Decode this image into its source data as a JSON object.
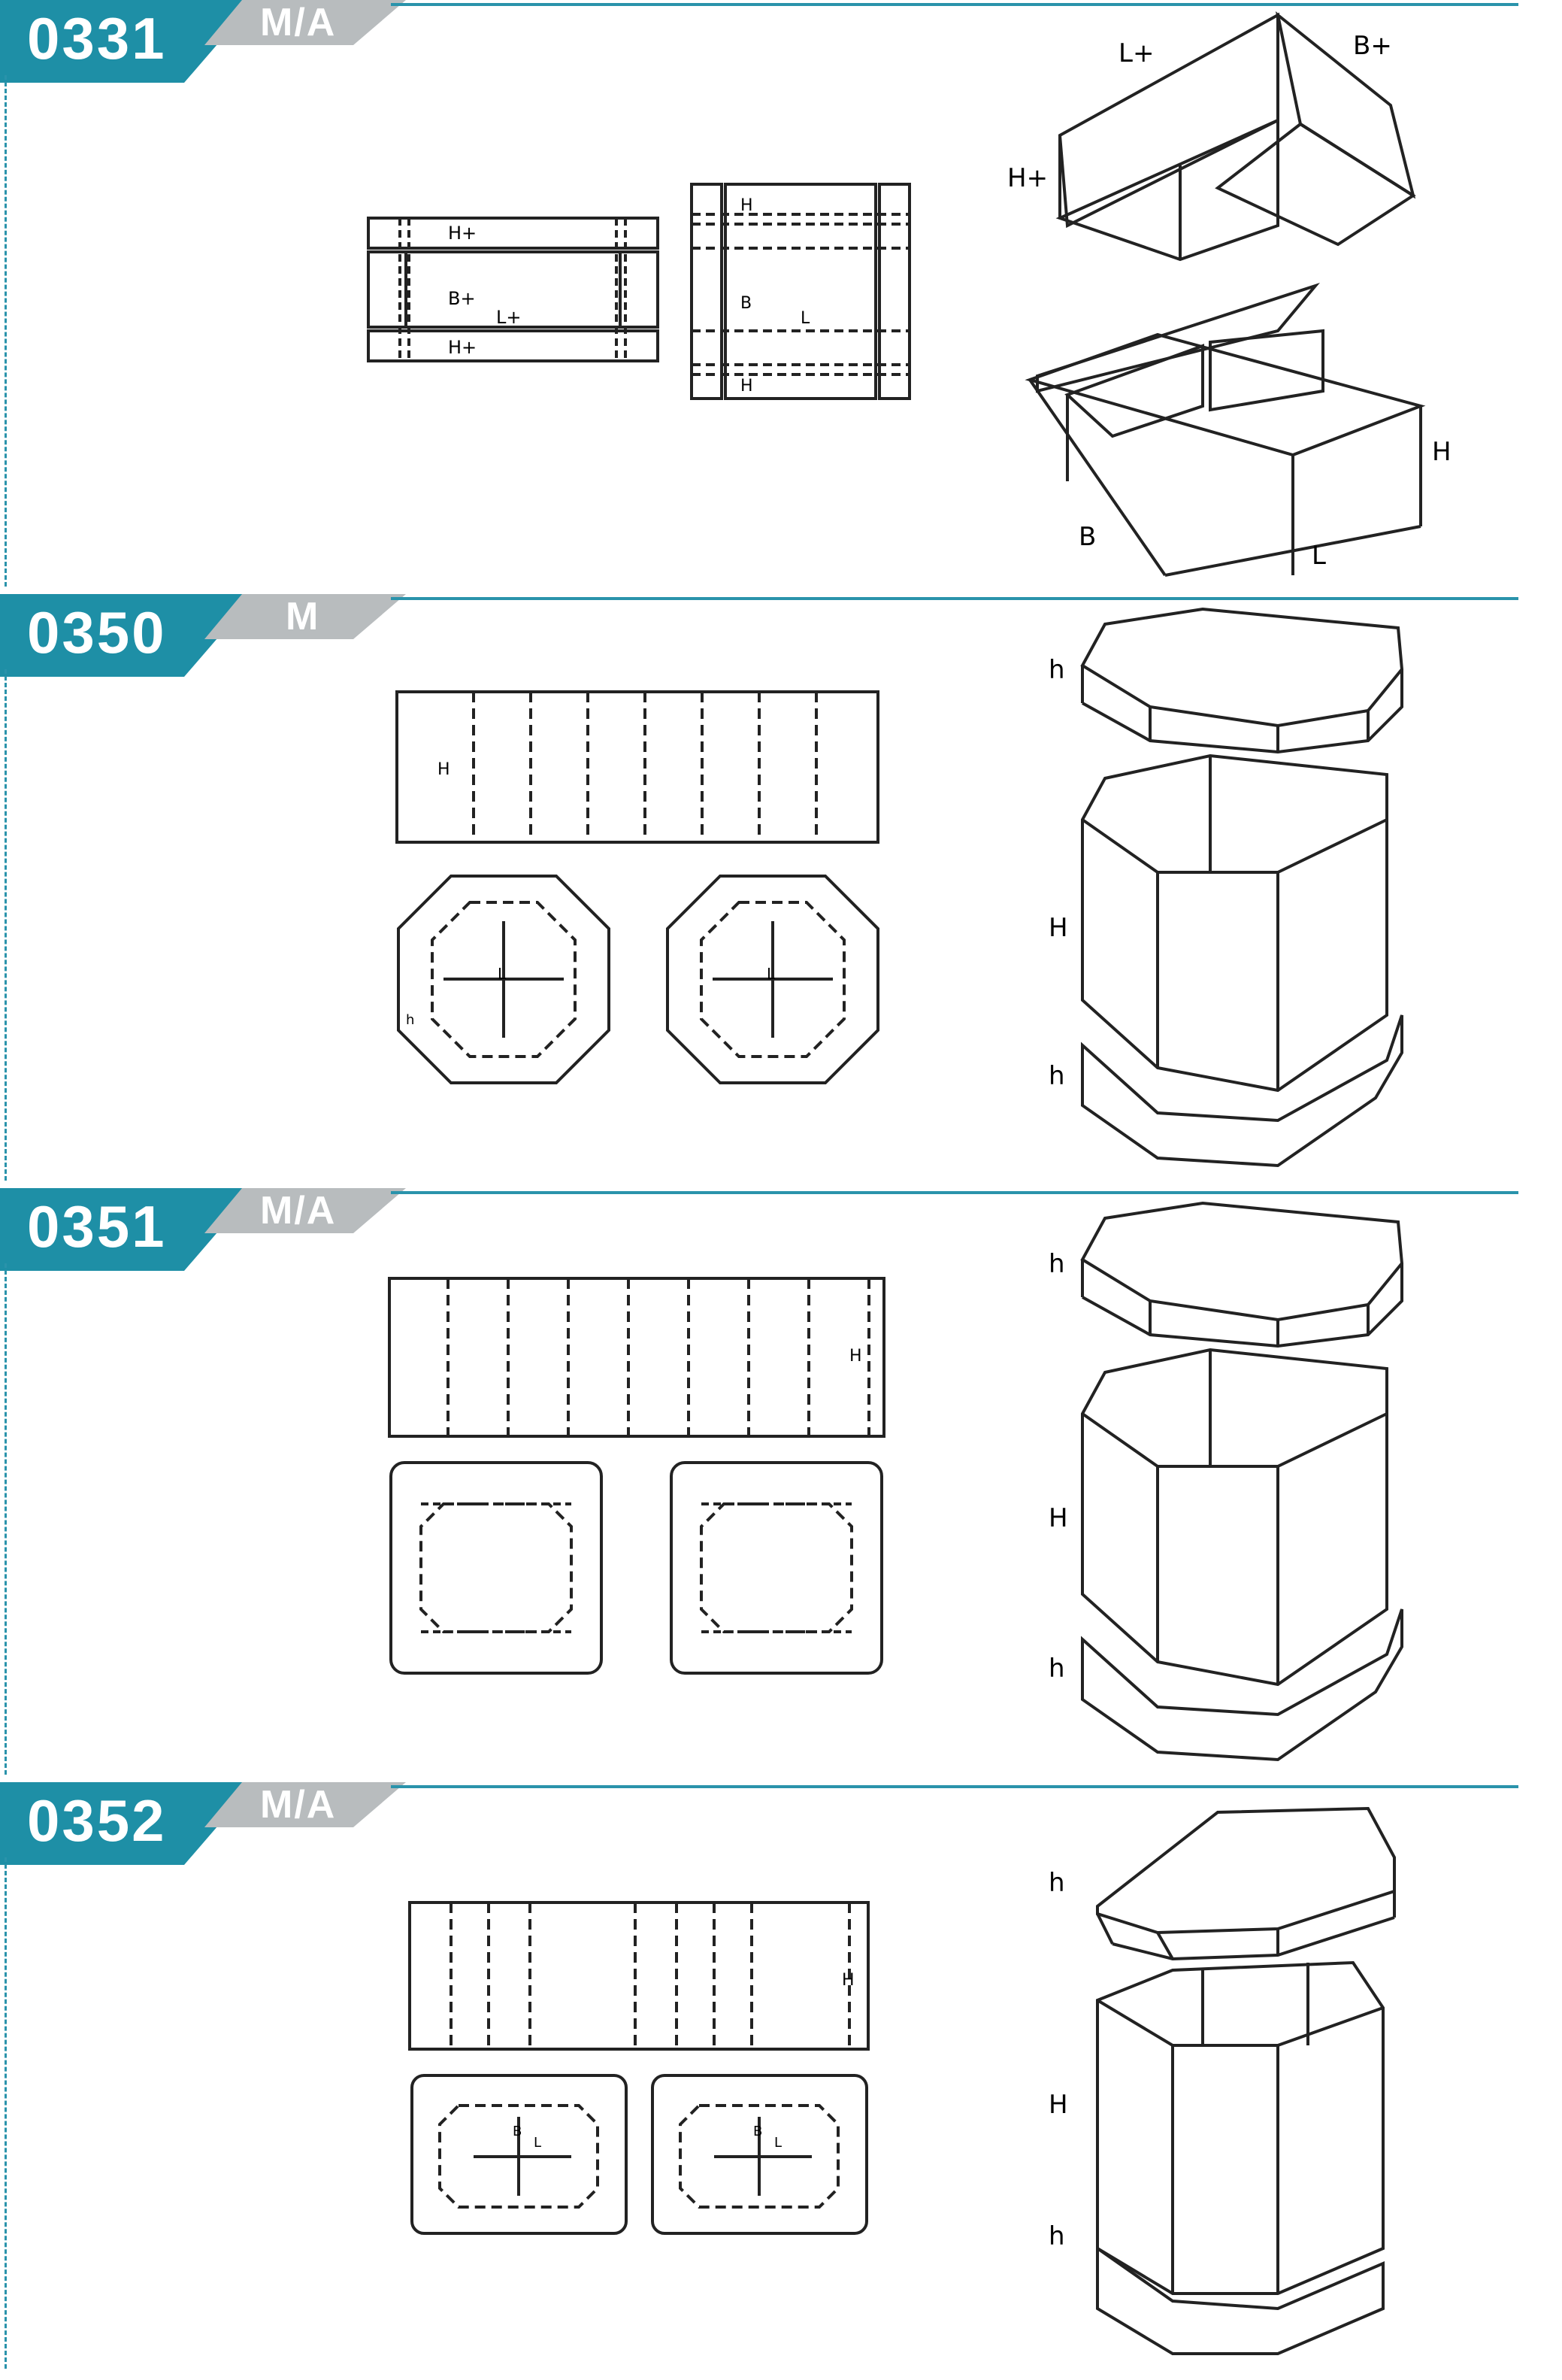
{
  "accent_color": "#1e8fa6",
  "tag_color": "#b8bcbe",
  "sections": [
    {
      "code": "0331",
      "tag": "M/A",
      "blank_labels": [
        "H+",
        "B+",
        "L+",
        "H+"
      ],
      "blank2_labels": [
        "H",
        "B",
        "L",
        "H"
      ],
      "box_top_labels": [
        "L+",
        "B+",
        "H+"
      ],
      "box_bottom_labels": [
        "H",
        "B",
        "L"
      ]
    },
    {
      "code": "0350",
      "tag": "M",
      "blank_labels": [
        "H"
      ],
      "plate_labels": [
        "L",
        "h"
      ],
      "iso_labels": [
        "h",
        "H",
        "h"
      ]
    },
    {
      "code": "0351",
      "tag": "M/A",
      "blank_labels": [
        "H"
      ],
      "iso_labels": [
        "h",
        "H",
        "h"
      ]
    },
    {
      "code": "0352",
      "tag": "M/A",
      "blank_labels": [
        "H"
      ],
      "plate_labels": [
        "B",
        "L"
      ],
      "iso_labels": [
        "h",
        "H",
        "h"
      ]
    }
  ]
}
